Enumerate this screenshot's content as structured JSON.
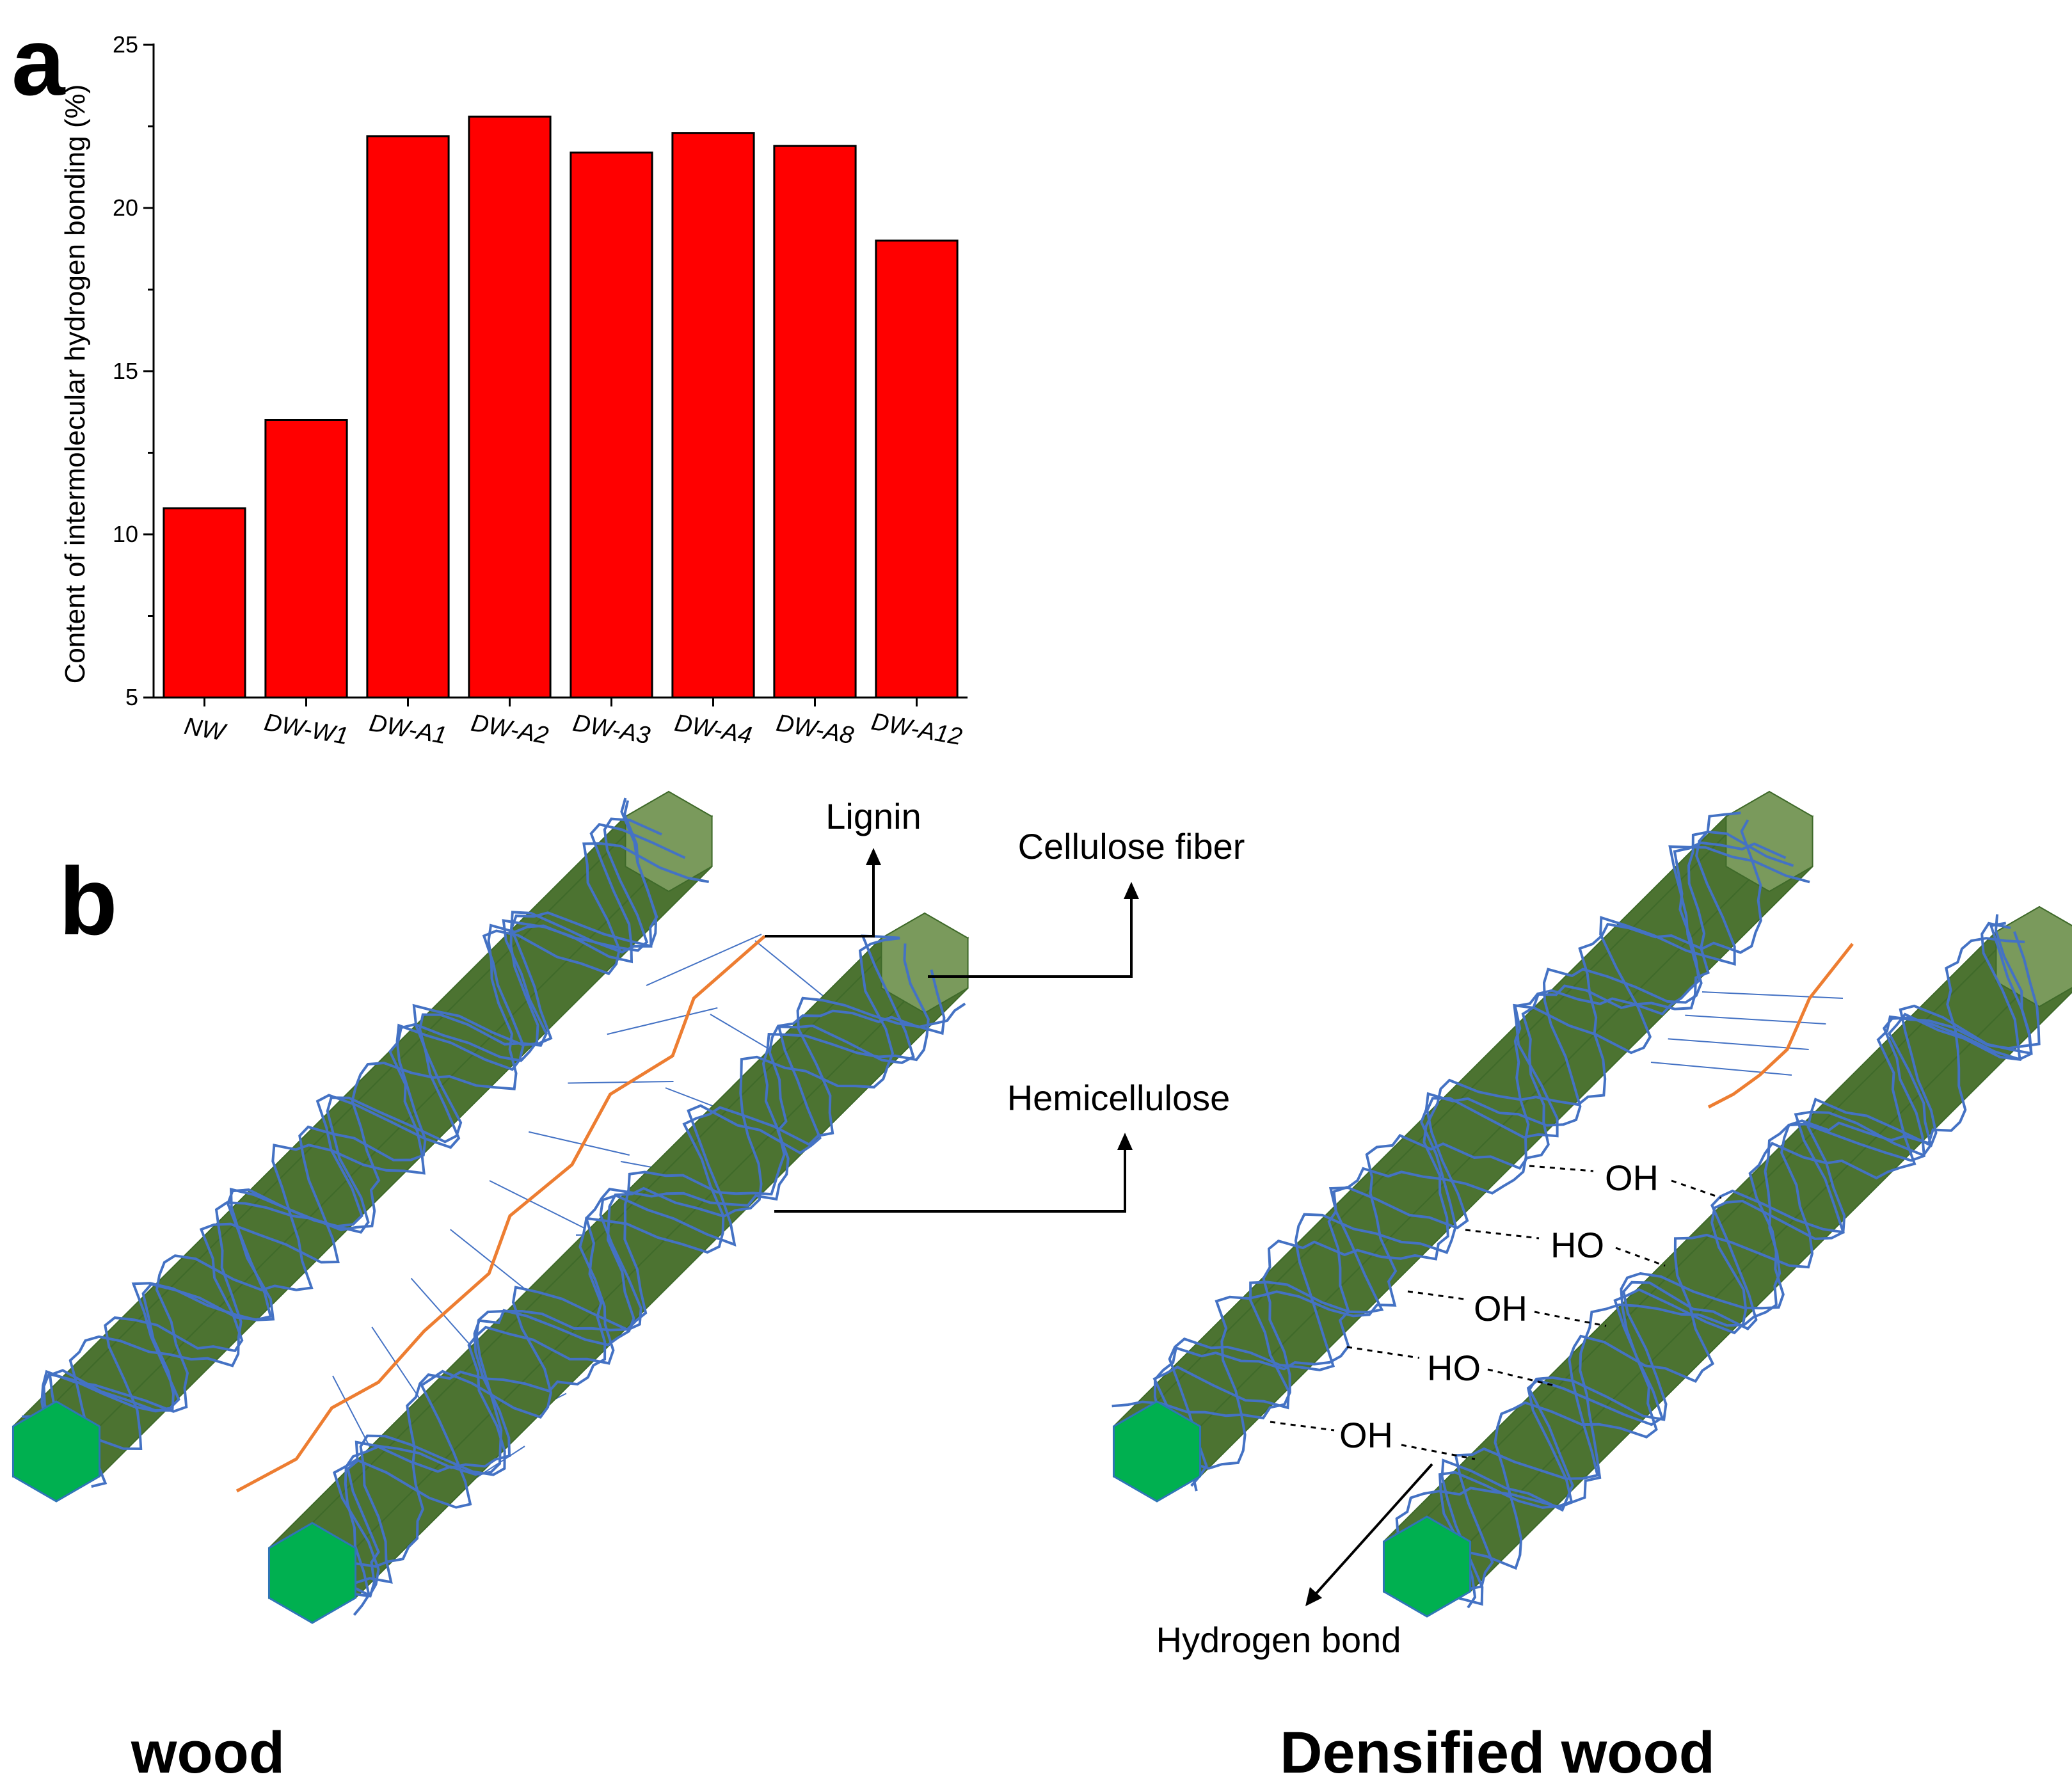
{
  "panel_a": {
    "letter": "a",
    "chart_data": {
      "type": "bar",
      "categories": [
        "NW",
        "DW-W1",
        "DW-A1",
        "DW-A2",
        "DW-A3",
        "DW-A4",
        "DW-A8",
        "DW-A12"
      ],
      "values": [
        10.8,
        13.5,
        22.2,
        22.8,
        21.7,
        22.3,
        21.9,
        19.0
      ],
      "title": "",
      "xlabel": "",
      "ylabel": "Content of intermolecular hydrogen bonding (%)",
      "ylim": [
        5,
        25
      ],
      "yticks": [
        5,
        10,
        15,
        20,
        25
      ],
      "grid": false,
      "bar_color": "#ff0000"
    }
  },
  "panel_b": {
    "letter": "b",
    "labels": {
      "lignin": "Lignin",
      "cellulose": "Cellulose fiber",
      "hemicellulose": "Hemicellulose",
      "hydrogen_bond": "Hydrogen bond"
    },
    "hydroxyl_labels": [
      "OH",
      "HO",
      "OH",
      "HO",
      "OH"
    ],
    "captions": {
      "left": "wood",
      "right": "Densified wood"
    },
    "colors": {
      "fiber_top": "#6b8f4e",
      "fiber_side": "#4c7331",
      "fiber_end": "#00b050",
      "hemicellulose": "#4472c4",
      "lignin": "#ed7d31"
    }
  }
}
